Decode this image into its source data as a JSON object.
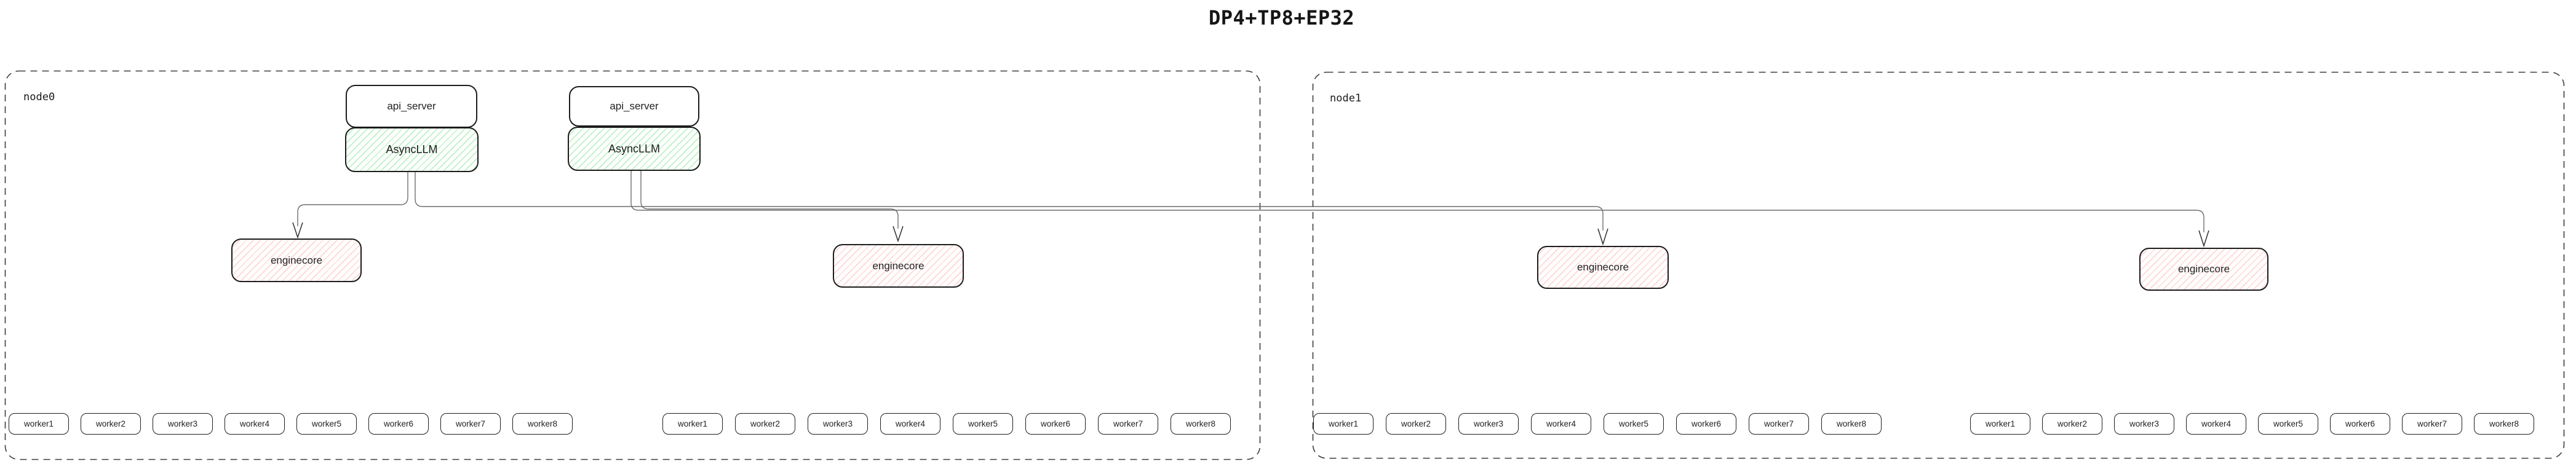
{
  "title": "DP4+TP8+EP32",
  "colors": {
    "background": "#ffffff",
    "box_border": "#1c1c1c",
    "node_dash_border": "#3d3d3d",
    "async_llm_hatch_green": "#69db7c",
    "enginecore_hatch_pink": "#ff8c8c",
    "connector_gray": "#6f6f6f",
    "arrowhead_dark": "#2e2e2e"
  },
  "node0": {
    "label": "node0",
    "pipelines": [
      {
        "api_server": "api_server",
        "async_llm": "AsyncLLM"
      },
      {
        "api_server": "api_server",
        "async_llm": "AsyncLLM"
      }
    ],
    "enginecores": [
      "enginecore",
      "enginecore"
    ],
    "worker_groups": [
      [
        "worker1",
        "worker2",
        "worker3",
        "worker4",
        "worker5",
        "worker6",
        "worker7",
        "worker8"
      ],
      [
        "worker1",
        "worker2",
        "worker3",
        "worker4",
        "worker5",
        "worker6",
        "worker7",
        "worker8"
      ]
    ]
  },
  "node1": {
    "label": "node1",
    "enginecores": [
      "enginecore",
      "enginecore"
    ],
    "worker_groups": [
      [
        "worker1",
        "worker2",
        "worker3",
        "worker4",
        "worker5",
        "worker6",
        "worker7",
        "worker8"
      ],
      [
        "worker1",
        "worker2",
        "worker3",
        "worker4",
        "worker5",
        "worker6",
        "worker7",
        "worker8"
      ]
    ]
  }
}
